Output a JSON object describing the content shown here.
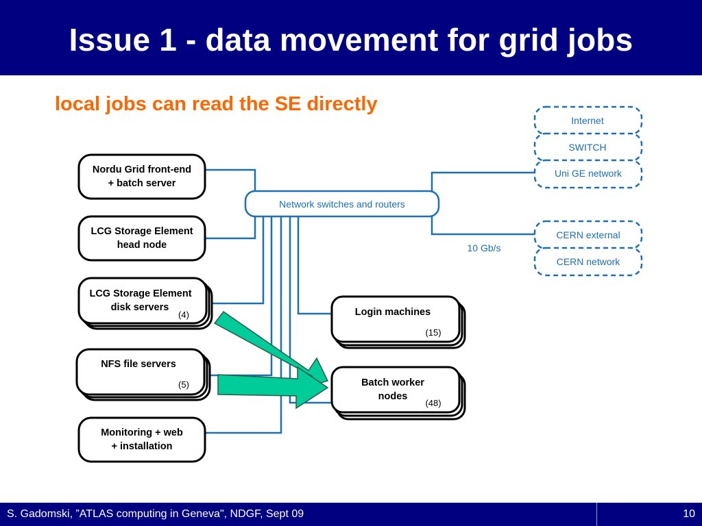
{
  "slide": {
    "title": "Issue 1 - data movement for grid jobs",
    "subtitle": "local jobs can read the SE directly",
    "footer": "S. Gadomski, ”ATLAS computing in Geneva\", NDGF, Sept 09",
    "page_number": "10"
  },
  "diagram": {
    "left_nodes": [
      {
        "line1": "Nordu Grid front-end",
        "line2": "+ batch server"
      },
      {
        "line1": "LCG Storage Element",
        "line2": "head node"
      },
      {
        "line1": "LCG Storage Element",
        "line2": "disk servers",
        "count": "(4)"
      },
      {
        "line1": "NFS file servers",
        "count": "(5)"
      },
      {
        "line1": "Monitoring + web",
        "line2": "+ installation"
      }
    ],
    "switch": "Network switches and routers",
    "login": {
      "label": "Login machines",
      "count": "(15)"
    },
    "workers": {
      "line1": "Batch worker",
      "line2": "nodes",
      "count": "(48)"
    },
    "external_top": [
      "Internet",
      "SWITCH",
      "Uni GE network"
    ],
    "external_bottom": [
      "CERN external",
      "CERN network"
    ],
    "link_speed": "10 Gb/s",
    "colors": {
      "node_border": "#000000",
      "network": "#1a6fb5",
      "arrow": "#00cc99",
      "header": "#000080",
      "subtitle": "#ff6600"
    }
  }
}
